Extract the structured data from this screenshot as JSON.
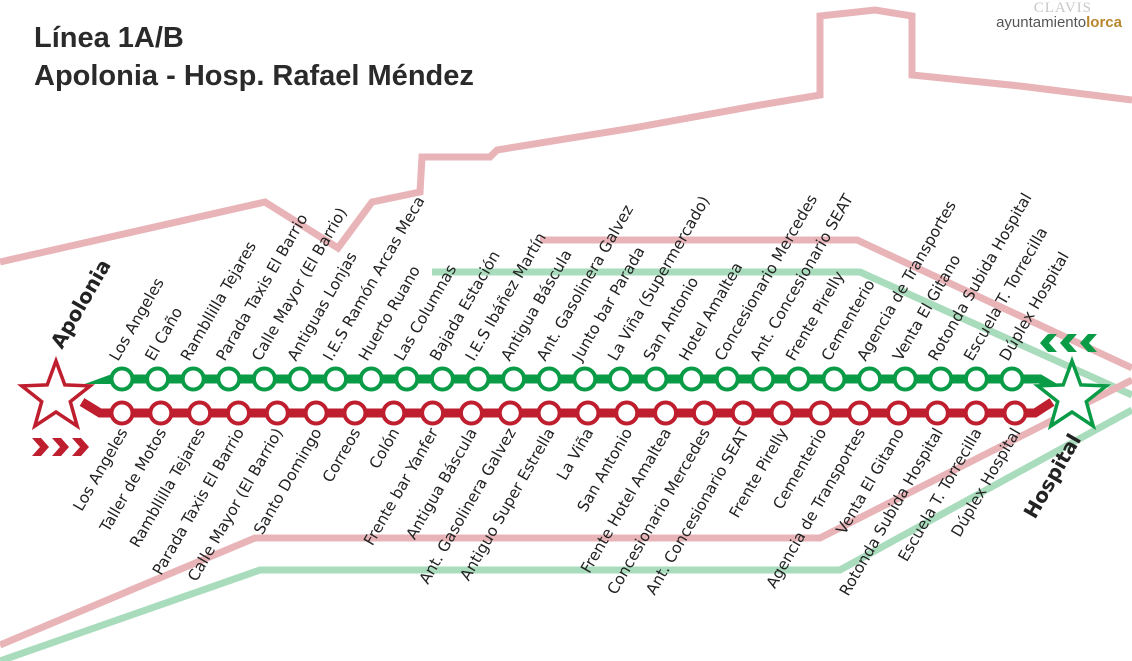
{
  "header": {
    "line": "Línea 1A/B",
    "route": "Apolonia - Hosp. Rafael Méndez"
  },
  "logo": {
    "prefix": "ayuntamiento",
    "suffix": "lorca",
    "crest_text": "CLAVIS"
  },
  "terminals": {
    "start": "Apolonia",
    "end": "Hospital"
  },
  "colors": {
    "green": "#0a9b47",
    "red": "#be1e2d",
    "pink_bg": "#e8b4b8",
    "green_bg": "#a9dcbc"
  },
  "line_a": {
    "color": "green",
    "direction": "Hospital → Apolonia",
    "stops": [
      "Los Angeles",
      "El Caño",
      "Rambllilla Tejares",
      "Parada Taxis El Barrio",
      "Calle Mayor (El Barrio)",
      "Antiguas Lonjas",
      "I.E.S Ramón Arcas Meca",
      "Huerto Ruano",
      "Las Columnas",
      "Bajada Estación",
      "I.E.S Ibáñez Martín",
      "Antigua Báscula",
      "Ant. Gasolinera Galvez",
      "Junto bar Parada",
      "La Viña (Supermercado)",
      "San Antonio",
      "Hotel Amaltea",
      "Concesionario Mercedes",
      "Ant. Concesionario SEAT",
      "Frente Pirelly",
      "Cementerio",
      "Agencia de Transportes",
      "Venta El Gitano",
      "Rotonda Subida Hospital",
      "Escuela T. Torrecilla",
      "Dúplex Hospital"
    ]
  },
  "line_b": {
    "color": "red",
    "direction": "Apolonia → Hospital",
    "stops": [
      "Los Angeles",
      "Taller de Motos",
      "Rambllilla Tejares",
      "Parada Taxis El Barrio",
      "Calle Mayor (El Barrio)",
      "Santo Domingo",
      "Correos",
      "Colón",
      "Frente bar Yanfer",
      "Antigua Báscula",
      "Ant. Gasolinera Galvez",
      "Antiguo Super Estrella",
      "La Viña",
      "San Antonio",
      "Frente Hotel Amaltea",
      "Concesionario Mercedes",
      "Ant. Concesionario SEAT",
      "Frente Pirelly",
      "Cementerio",
      "Agencia de Transportes",
      "Venta El Gitano",
      "Rotonda Subida Hospital",
      "Escuela T. Torrecilla",
      "Dúplex Hospital"
    ]
  }
}
